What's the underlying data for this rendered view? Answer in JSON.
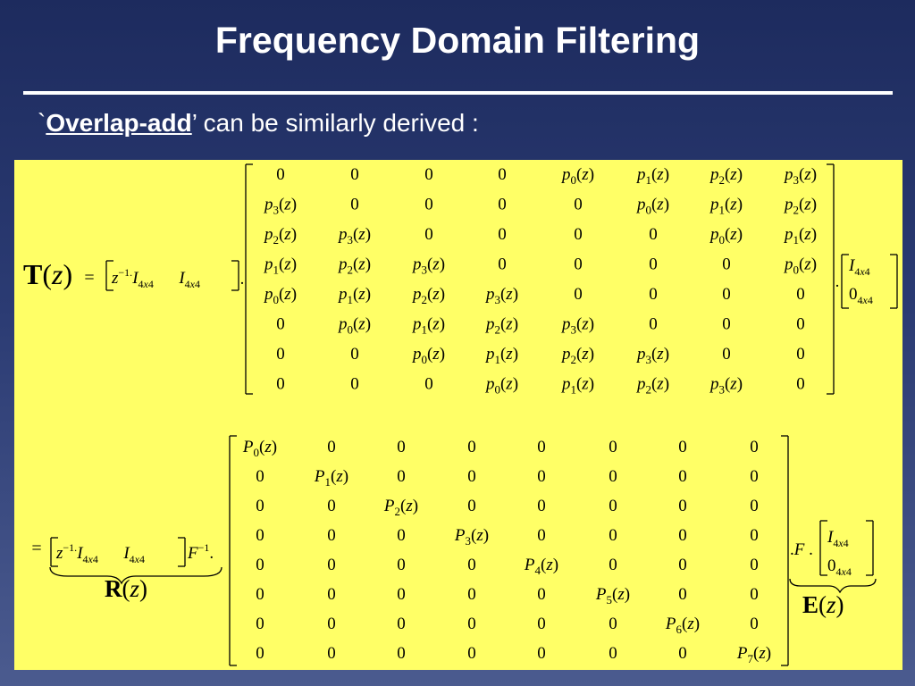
{
  "slide": {
    "title": "Frequency Domain Filtering",
    "subtitle_tick": "`",
    "subtitle_term": "Overlap-add",
    "subtitle_quote": "’",
    "subtitle_rest": " can be similarly derived :"
  },
  "equation1": {
    "lhs_symbol": "T",
    "lhs_arg": "(z)",
    "equals": "=",
    "row_vector": "[z^-1·I_4x4   I_4x4]",
    "matrix": [
      [
        "0",
        "0",
        "0",
        "0",
        "p0(z)",
        "p1(z)",
        "p2(z)",
        "p3(z)"
      ],
      [
        "p3(z)",
        "0",
        "0",
        "0",
        "0",
        "p0(z)",
        "p1(z)",
        "p2(z)"
      ],
      [
        "p2(z)",
        "p3(z)",
        "0",
        "0",
        "0",
        "0",
        "p0(z)",
        "p1(z)"
      ],
      [
        "p1(z)",
        "p2(z)",
        "p3(z)",
        "0",
        "0",
        "0",
        "0",
        "p0(z)"
      ],
      [
        "p0(z)",
        "p1(z)",
        "p2(z)",
        "p3(z)",
        "0",
        "0",
        "0",
        "0"
      ],
      [
        "0",
        "p0(z)",
        "p1(z)",
        "p2(z)",
        "p3(z)",
        "0",
        "0",
        "0"
      ],
      [
        "0",
        "0",
        "p0(z)",
        "p1(z)",
        "p2(z)",
        "p3(z)",
        "0",
        "0"
      ],
      [
        "0",
        "0",
        "0",
        "p0(z)",
        "p1(z)",
        "p2(z)",
        "p3(z)",
        "0"
      ]
    ],
    "column_vector": [
      "I_4x4",
      "0_4x4"
    ]
  },
  "equation2": {
    "equals": "=",
    "row_vector": "[z^-1·I_4x4   I_4x4]",
    "transform_inverse": "F^-1",
    "brace_label_left": "R(z)",
    "matrix": [
      [
        "P0(z)",
        "0",
        "0",
        "0",
        "0",
        "0",
        "0",
        "0"
      ],
      [
        "0",
        "P1(z)",
        "0",
        "0",
        "0",
        "0",
        "0",
        "0"
      ],
      [
        "0",
        "0",
        "P2(z)",
        "0",
        "0",
        "0",
        "0",
        "0"
      ],
      [
        "0",
        "0",
        "0",
        "P3(z)",
        "0",
        "0",
        "0",
        "0"
      ],
      [
        "0",
        "0",
        "0",
        "0",
        "P4(z)",
        "0",
        "0",
        "0"
      ],
      [
        "0",
        "0",
        "0",
        "0",
        "0",
        "P5(z)",
        "0",
        "0"
      ],
      [
        "0",
        "0",
        "0",
        "0",
        "0",
        "0",
        "P6(z)",
        "0"
      ],
      [
        "0",
        "0",
        "0",
        "0",
        "0",
        "0",
        "0",
        "P7(z)"
      ]
    ],
    "transform": "F",
    "column_vector": [
      "I_4x4",
      "0_4x4"
    ],
    "brace_label_right": "E(z)"
  },
  "colors": {
    "background": "#1d2b5e",
    "panel": "#ffff66",
    "title_text": "#ffffff",
    "math_text": "#000000"
  }
}
